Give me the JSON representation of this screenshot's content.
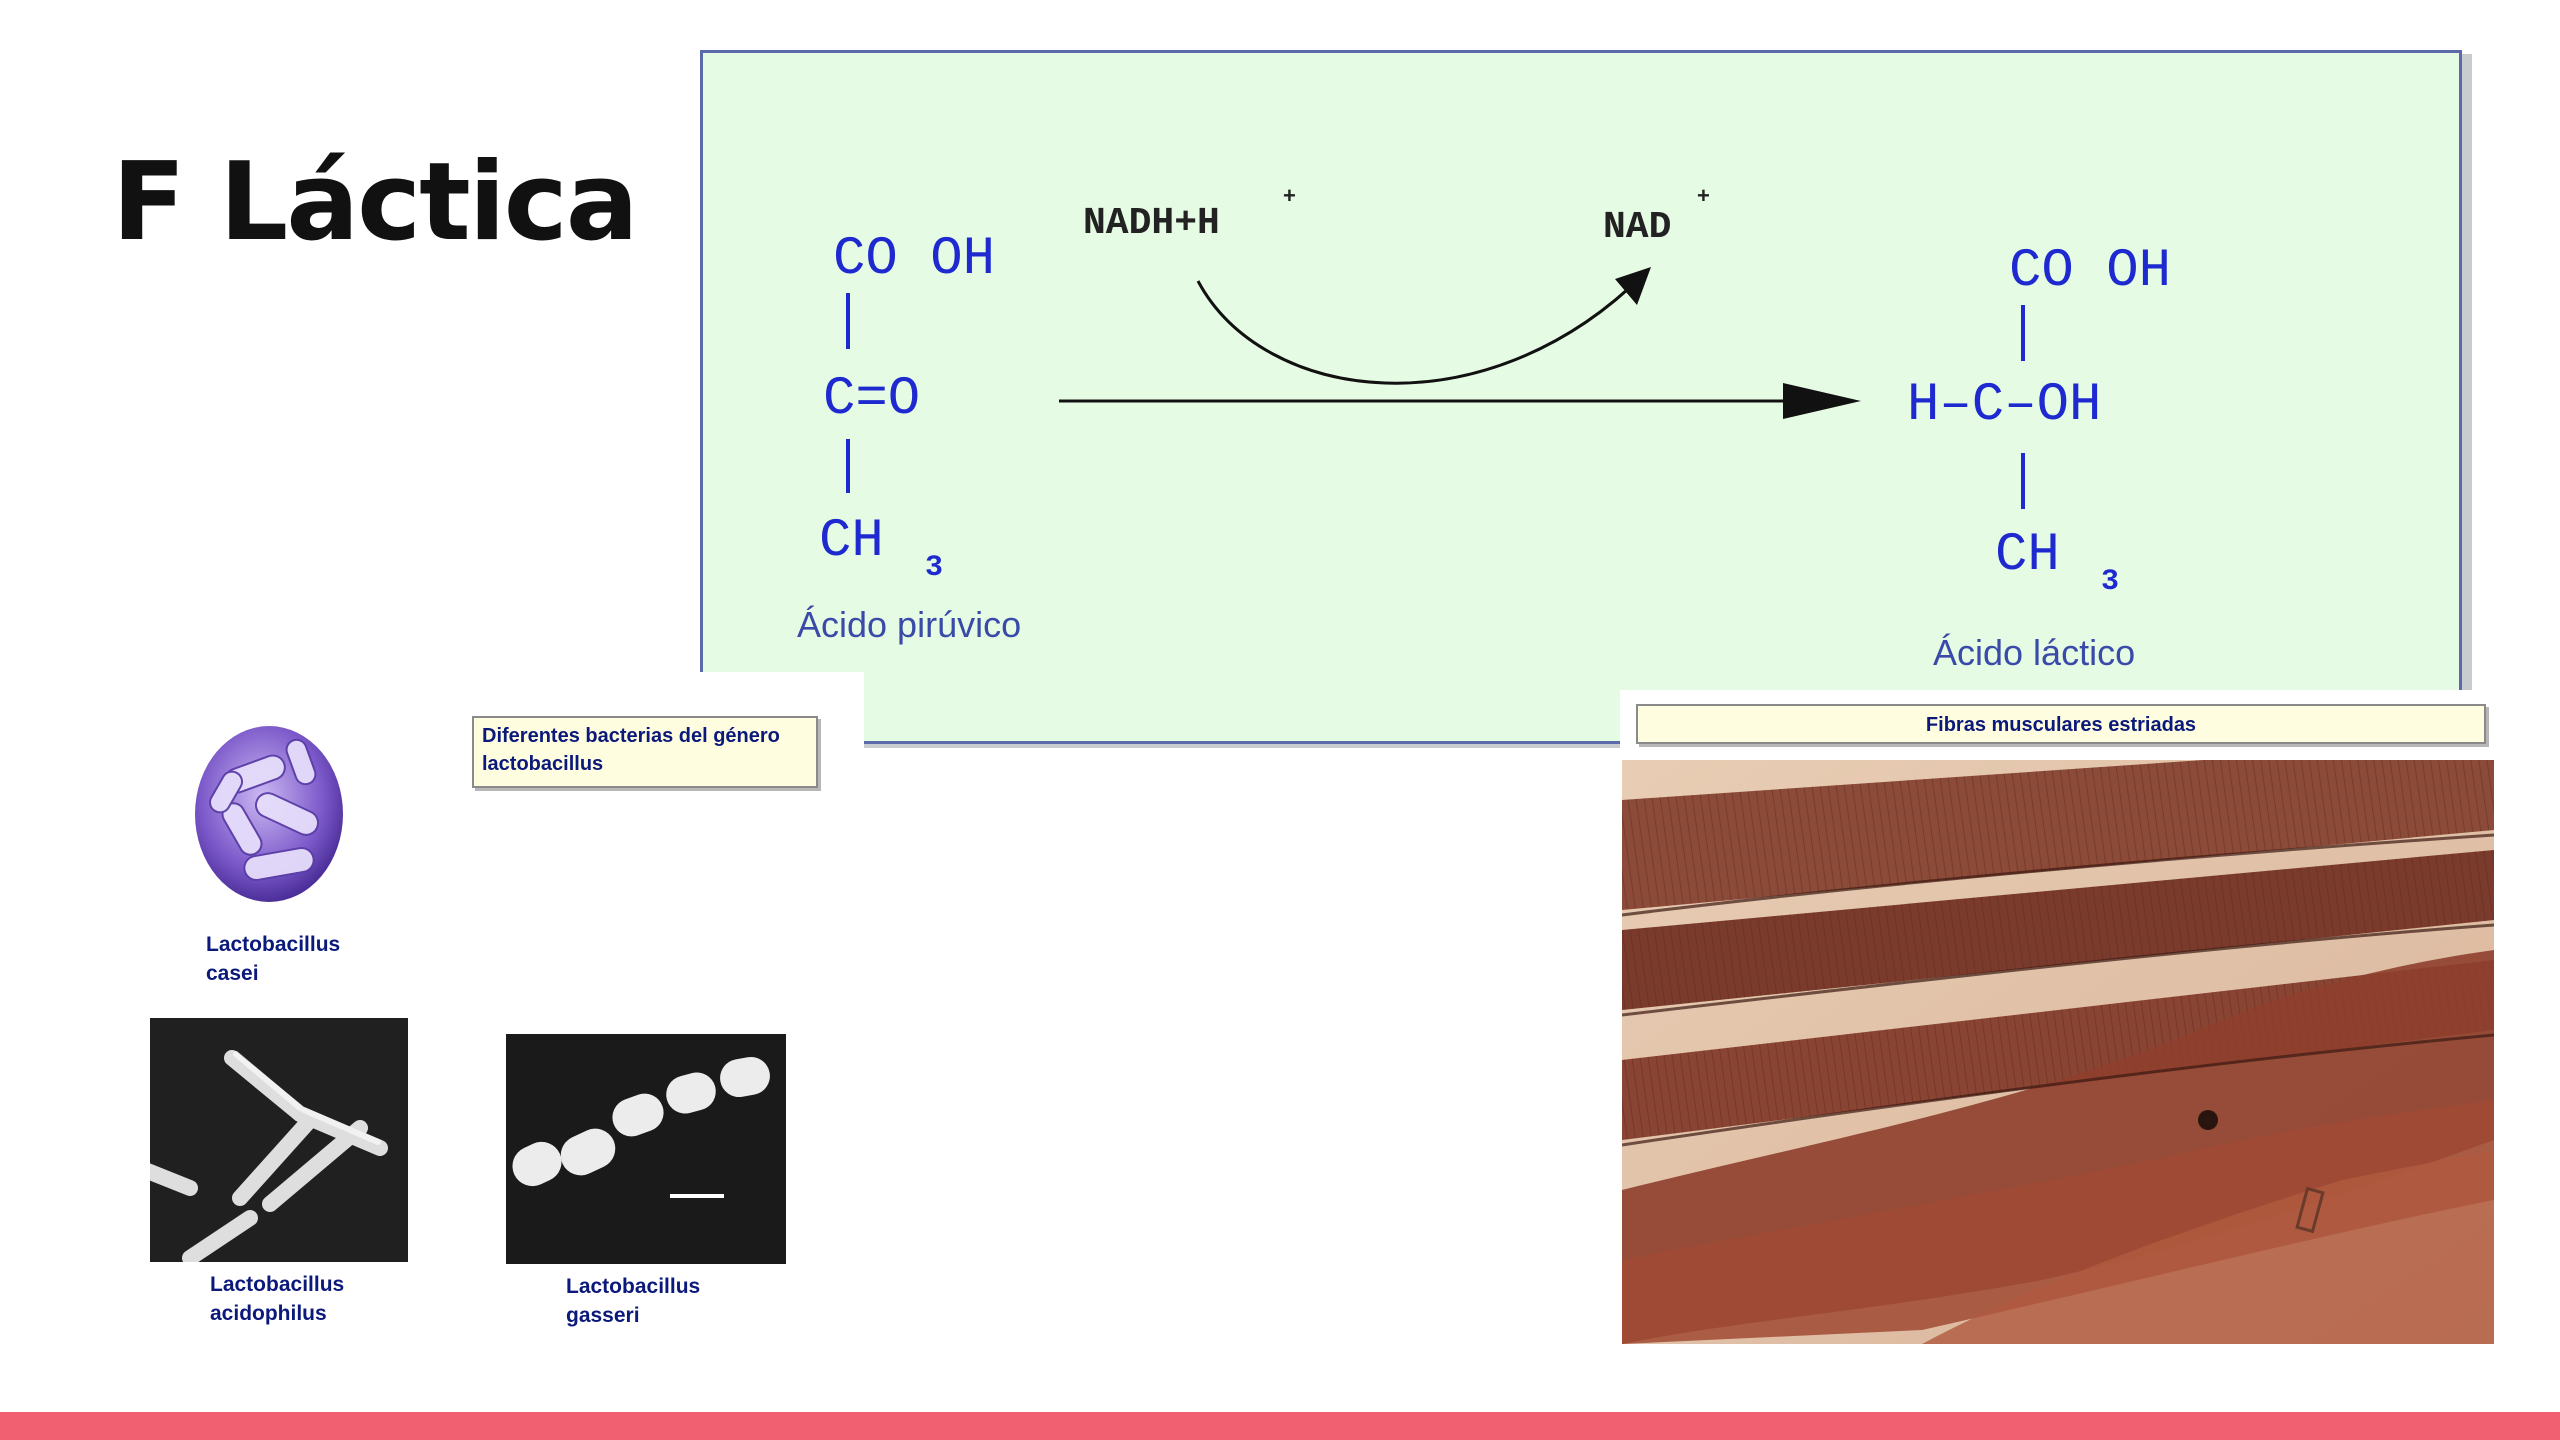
{
  "slide": {
    "title": "F Láctica"
  },
  "reaction": {
    "pyruvate": {
      "top": "CO OH",
      "middle": "C=O",
      "bottom": "CH",
      "subscript": "3",
      "name": "Ácido pirúvico"
    },
    "cofactor_in": {
      "text": "NADH+H",
      "superscript": "+"
    },
    "cofactor_out": {
      "text": "NAD",
      "superscript": "+"
    },
    "lactate": {
      "top": "CO OH",
      "middle": "H–C–OH",
      "bottom": "CH",
      "subscript": "3",
      "name": "Ácido láctico"
    },
    "colors": {
      "background": "#e6fbe4",
      "formula": "#1e2ad0",
      "name": "#3a4aa8"
    }
  },
  "bacteria": {
    "caption": "Diferentes bacterias del género lactobacillus",
    "items": [
      {
        "line1": "Lactobacillus",
        "line2": "casei"
      },
      {
        "line1": "Lactobacillus",
        "line2": "acidophilus"
      },
      {
        "line1": "Lactobacillus",
        "line2": "gasseri"
      }
    ]
  },
  "muscle": {
    "caption": "Fibras musculares estriadas"
  },
  "theme": {
    "accent": "#f06070",
    "label_text": "#0b1a7a"
  }
}
